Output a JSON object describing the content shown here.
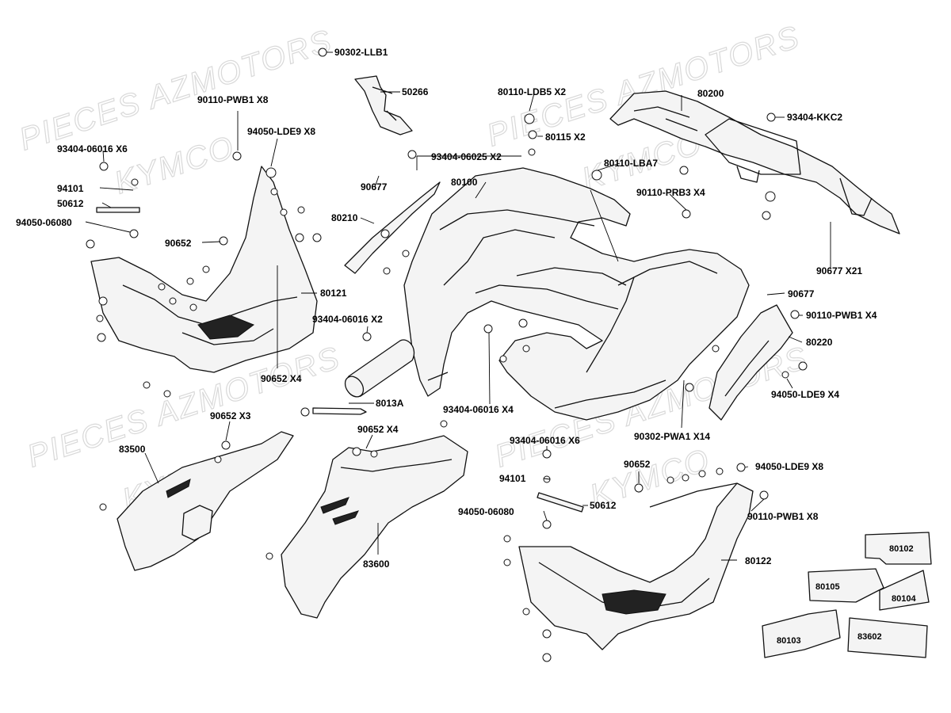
{
  "watermarks": [
    "PIECES AZMOTORS",
    "KYMCO"
  ],
  "labels": {
    "p90302_llb1": "90302-LLB1",
    "p50266": "50266",
    "p80110_ldb5": "80110-LDB5 X2",
    "p80200": "80200",
    "p93404_kkc2": "93404-KKC2",
    "p90110_pwb1_x8_top": "90110-PWB1 X8",
    "p94050_lde9_x8_top": "94050-LDE9 X8",
    "p93404_06016_x6_top": "93404-06016 X6",
    "p94101_left": "94101",
    "p50612_left": "50612",
    "p94050_06080_left": "94050-06080",
    "p80115": "80115 X2",
    "p93404_06025": "93404-06025 X2",
    "p80110_lba7": "80110-LBA7",
    "p90677_left": "90677",
    "p80100": "80100",
    "p90110_prb3": "90110-PRB3 X4",
    "p80210": "80210",
    "p90652_left": "90652",
    "p90677_x21": "90677  X21",
    "p80121": "80121",
    "p90677_right": "90677",
    "p93404_06016_x2": "93404-06016 X2",
    "p90110_pwb1_x4": "90110-PWB1 X4",
    "p80220": "80220",
    "p90652_x4_left": "90652  X4",
    "p94050_lde9_x4": "94050-LDE9 X4",
    "p8013a": "8013A",
    "p93404_06016_x4": "93404-06016 X4",
    "p90302_pwa1": "90302-PWA1 X14",
    "p90652_x3": "90652  X3",
    "p90652_x4_mid": "90652   X4",
    "p93404_06016_x6_bot": "93404-06016 X6",
    "p83500": "83500",
    "p90652_right": "90652",
    "p94050_lde9_x8_bot": "94050-LDE9 X8",
    "p94101_right": "94101",
    "p50612_right": "50612",
    "p94050_06080_right": "94050-06080",
    "p90110_pwb1_x8_bot": "90110-PWB1 X8",
    "p83600": "83600",
    "p80122": "80122",
    "p80102": "80102",
    "p80105": "80105",
    "p80104": "80104",
    "p80103": "80103",
    "p83602": "83602"
  }
}
